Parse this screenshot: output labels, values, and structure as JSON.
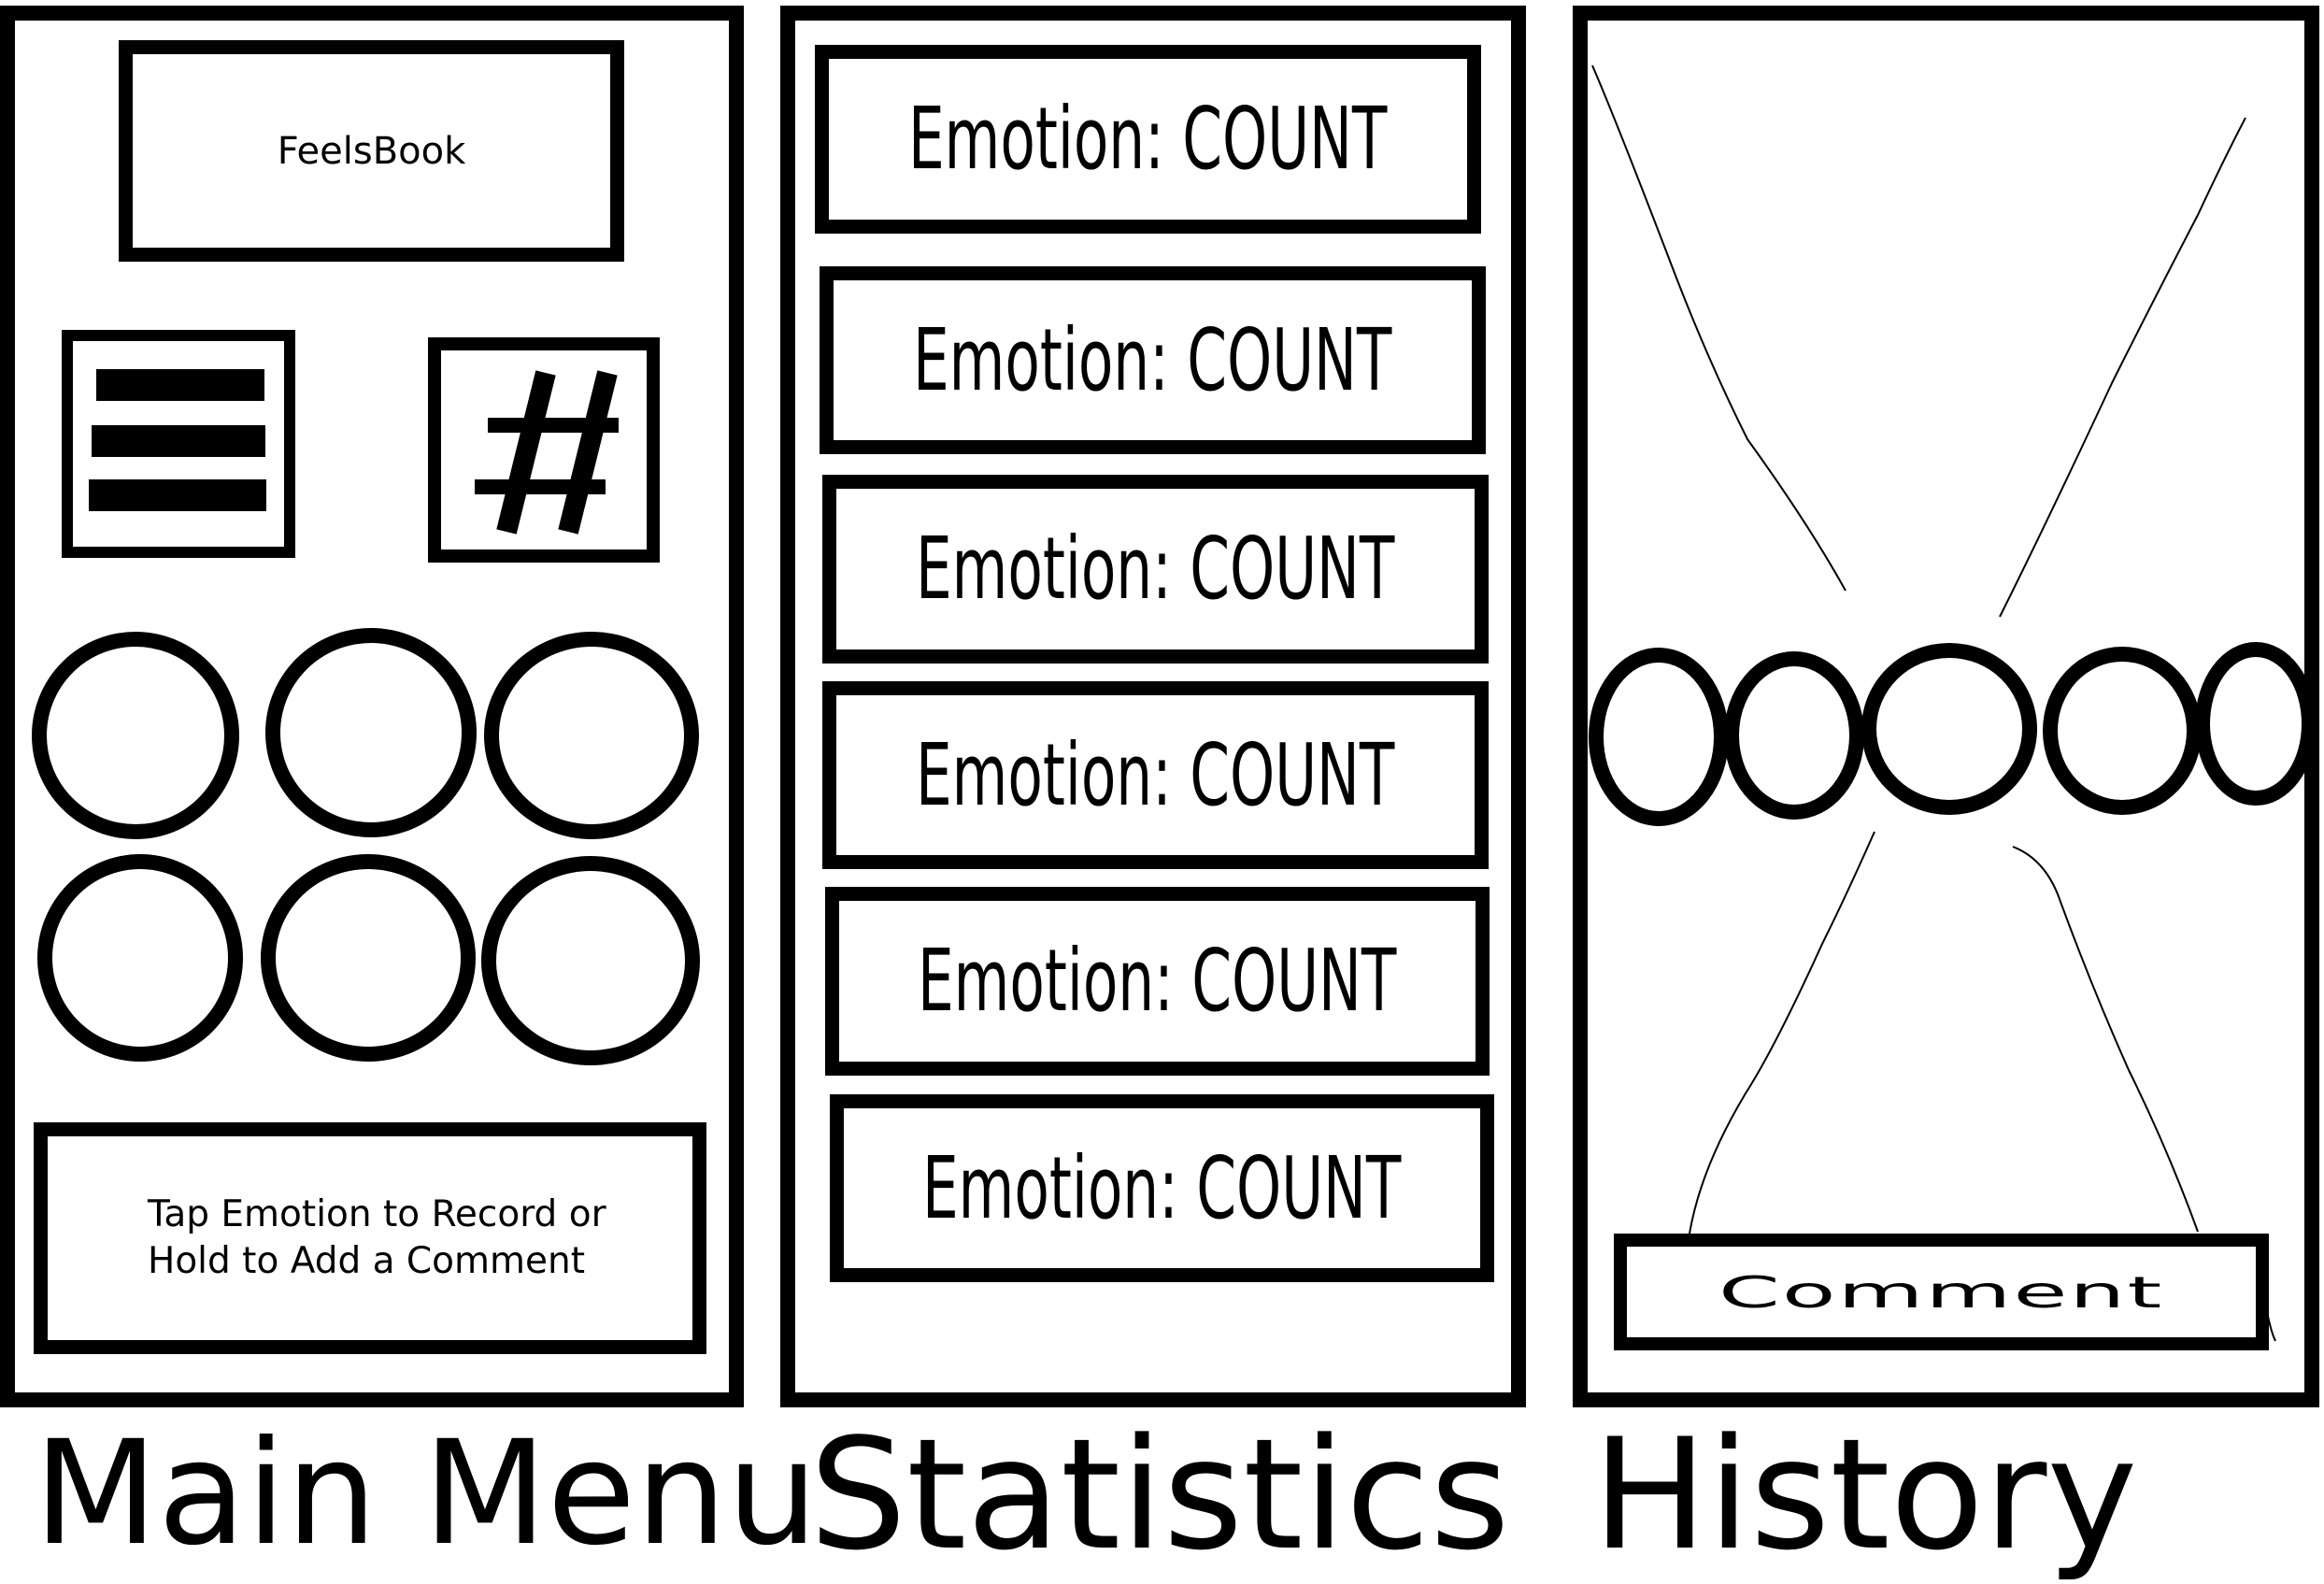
{
  "main_menu": {
    "caption": "Main Menu",
    "app_title": "FeelsBook",
    "list_icon": "hamburger-menu-icon",
    "stats_icon": "hash-icon",
    "stats_glyph": "#",
    "emotion_buttons": 6,
    "hint_line1": "Tap Emotion to Record or",
    "hint_line2": "Hold to Add a Comment"
  },
  "statistics": {
    "caption": "Statistics",
    "rows": [
      {
        "label": "Emotion: COUNT"
      },
      {
        "label": "Emotion: COUNT"
      },
      {
        "label": "Emotion: COUNT"
      },
      {
        "label": "Emotion: COUNT"
      },
      {
        "label": "Emotion: COUNT"
      },
      {
        "label": "Emotion: COUNT"
      }
    ]
  },
  "history": {
    "caption": "History",
    "emotion_chips": 5,
    "comment_label": "Comment"
  }
}
